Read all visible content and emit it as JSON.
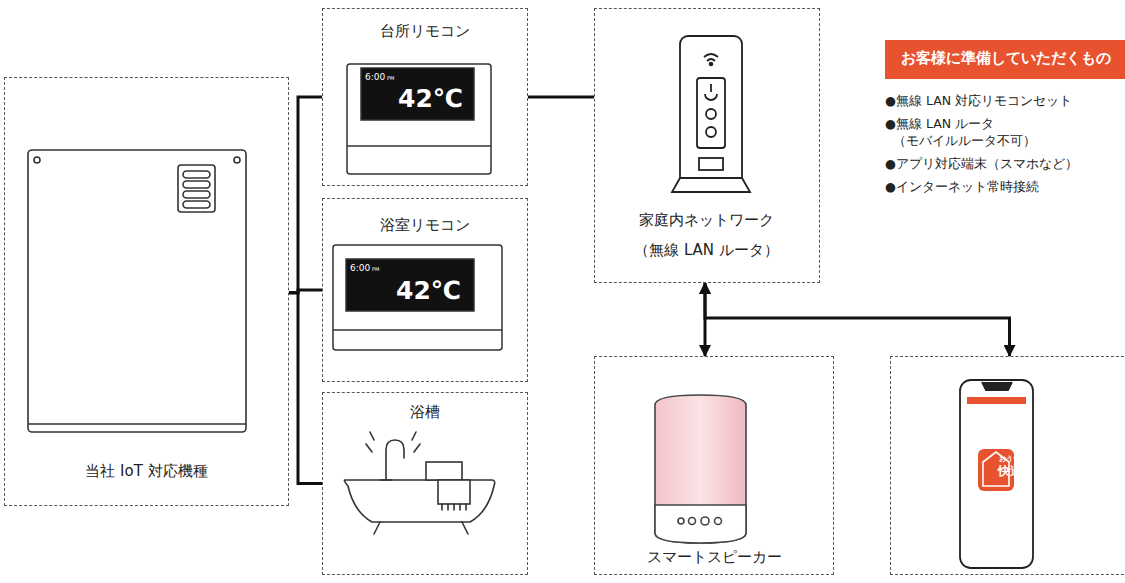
{
  "diagram": {
    "nodes": [
      {
        "text": [
          "当社 IoT 対応機種"
        ]
      },
      {
        "text": [
          "台所リモコン"
        ]
      },
      {
        "text": [
          "浴室リモコン"
        ]
      },
      {
        "text": [
          "浴槽"
        ]
      },
      {
        "text": [
          "家庭内ネットワーク （無線 LAN ルータ）"
        ]
      },
      {
        "text": [
          "スマートスピーカー"
        ]
      },
      {
        "text": [
          "おうち",
          "快適"
        ]
      },
      {
        "text": [
          "お客様に準備していただくもの"
        ]
      }
    ],
    "edges": [
      {
        "from": 0,
        "to": 1,
        "arrow": "none"
      },
      {
        "from": 0,
        "to": 2,
        "arrow": "none"
      },
      {
        "from": 0,
        "to": 3,
        "arrow": "none"
      },
      {
        "from": 1,
        "to": 4,
        "arrow": "none"
      },
      {
        "from": 4,
        "to": 5,
        "arrow": "both"
      },
      {
        "from": 4,
        "to": 6,
        "arrow": "both"
      }
    ],
    "labels": [
      "6:00",
      "PM",
      "42℃",
      "6:00",
      "PM",
      "42℃",
      "●無線 LAN 対応リモコンセット",
      "●無線 LAN ルータ",
      "（モバイルルータ不可）",
      "●アプリ対応端末（スマホなど）",
      "●インターネット常時接続"
    ]
  }
}
